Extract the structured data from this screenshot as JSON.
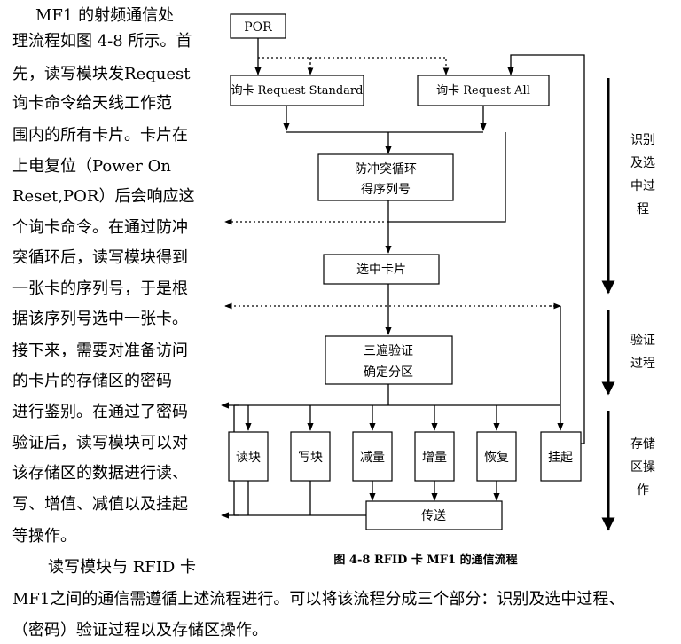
{
  "paragraph_lines": [
    "MF1 的射频通信处",
    "理流程如图 4-8 所示。首",
    "先，读写模块发Request",
    "询卡命令给天线工作范",
    "围内的所有卡片。卡片在",
    "上电复位（Power On",
    "Reset,POR）后会响应这",
    "个询卡命令。在通过防冲",
    "突循环后，读写模块得到",
    "一张卡的序列号，于是根",
    "据该序列号选中一张卡。",
    "接下来，需要对准备访问",
    "的卡片的存储区的密码",
    "进行鉴别。在通过了密码",
    "验证后，读写模块可以对",
    "该存储区的数据进行读、",
    "写、增值、减值以及挂起",
    "等操作。"
  ],
  "paragraph2_lines": [
    "读写模块与 RFID 卡",
    "MF1之间的通信需遵循上述流程进行。可以将该流程分成三个部分：识别及选中过程、",
    "（密码）验证过程以及存储区操作。"
  ],
  "diagram": {
    "por": "POR",
    "request_standard": "询卡 Request Standard",
    "request_all": "询卡 Request All",
    "anticollision_line1": "防冲突循环",
    "anticollision_line2": "得序列号",
    "select": "选中卡片",
    "auth_line1": "三遍验证",
    "auth_line2": "确定分区",
    "ops": [
      "读块",
      "写块",
      "减量",
      "增量",
      "恢复"
    ],
    "halt": "挂起",
    "transfer": "传送",
    "stage1": [
      "识别",
      "及选",
      "中过",
      "程"
    ],
    "stage2": [
      "验证",
      "过程"
    ],
    "stage3": [
      "存储",
      "区操",
      "作"
    ],
    "caption": "图 4-8  RFID 卡 MF1 的通信流程"
  }
}
